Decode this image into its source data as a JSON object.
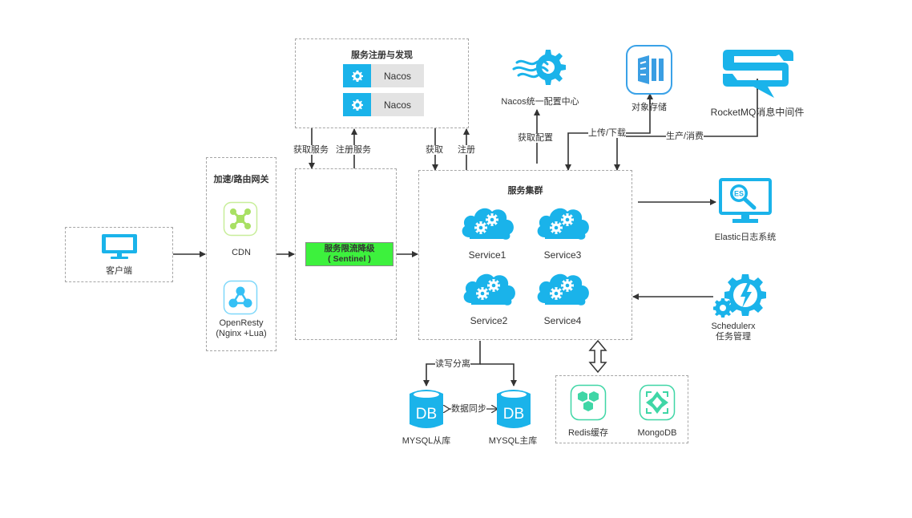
{
  "diagram": {
    "client": {
      "label": "客户端",
      "icon": "monitor-icon"
    },
    "gateway": {
      "title": "加速/路由网关",
      "items": [
        {
          "label": "CDN",
          "icon": "cdn-network-icon",
          "color": "#a8e063"
        },
        {
          "label": "OpenResty\n(Nginx +Lua)",
          "line1": "OpenResty",
          "line2": "(Nginx +Lua)",
          "icon": "openresty-icon",
          "color": "#35c0f5"
        }
      ]
    },
    "registry": {
      "title": "服务注册与发现",
      "items": [
        {
          "label": "Nacos",
          "icon": "gear-icon"
        },
        {
          "label": "Nacos",
          "icon": "gear-icon"
        }
      ]
    },
    "sentinel": {
      "line1": "服务限流降级",
      "line2": "( Sentinel )",
      "color": "#3df13d"
    },
    "cluster": {
      "title": "服务集群",
      "services": [
        {
          "label": "Service1",
          "icon": "cloud-gears-icon"
        },
        {
          "label": "Service3",
          "icon": "cloud-gears-icon"
        },
        {
          "label": "Service2",
          "icon": "cloud-gears-icon"
        },
        {
          "label": "Service4",
          "icon": "cloud-gears-icon"
        }
      ]
    },
    "config_center": {
      "label": "Nacos统一配置中心",
      "icon": "nacos-config-icon"
    },
    "object_storage": {
      "label": "对象存储",
      "icon": "object-storage-icon"
    },
    "mq": {
      "label": "RocketMQ消息中间件",
      "icon": "rocketmq-icon"
    },
    "elastic": {
      "label": "Elastic日志系统",
      "icon": "elastic-search-icon",
      "badge": "ES"
    },
    "scheduler": {
      "line1": "Schedulerx",
      "line2": "任务管理",
      "icon": "scheduler-gear-icon"
    },
    "db": {
      "slave": {
        "label": "MYSQL从库",
        "text": "DB"
      },
      "master": {
        "label": "MYSQL主库",
        "text": "DB"
      }
    },
    "cache": {
      "items": [
        {
          "label": "Redis缓存",
          "icon": "redis-icon"
        },
        {
          "label": "MongoDB",
          "icon": "mongodb-icon"
        }
      ]
    },
    "edges": {
      "get_service": "获取服务",
      "register_service": "注册服务",
      "get": "获取",
      "register": "注册",
      "get_config": "获取配置",
      "upload_download": "上传/下载",
      "produce_consume": "生产/消费",
      "rw_split": "读写分离",
      "data_sync": "数据同步"
    },
    "colors": {
      "primary": "#1ab3ea",
      "teal": "#3fd6a6",
      "green": "#a8e063",
      "arrow": "#333333",
      "border": "#a6a6a6"
    }
  }
}
